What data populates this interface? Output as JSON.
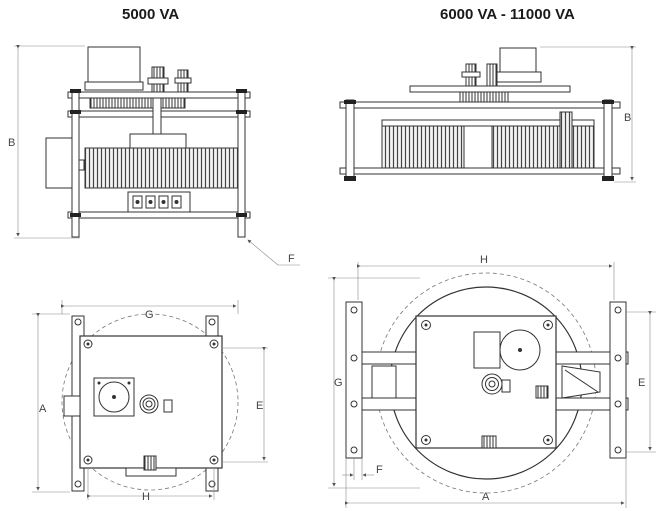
{
  "titles": {
    "left": "5000 VA",
    "right": "6000 VA - 11000 VA"
  },
  "dimensions": {
    "a": "A",
    "b": "B",
    "e": "E",
    "f": "F",
    "g": "G",
    "h": "H"
  }
}
